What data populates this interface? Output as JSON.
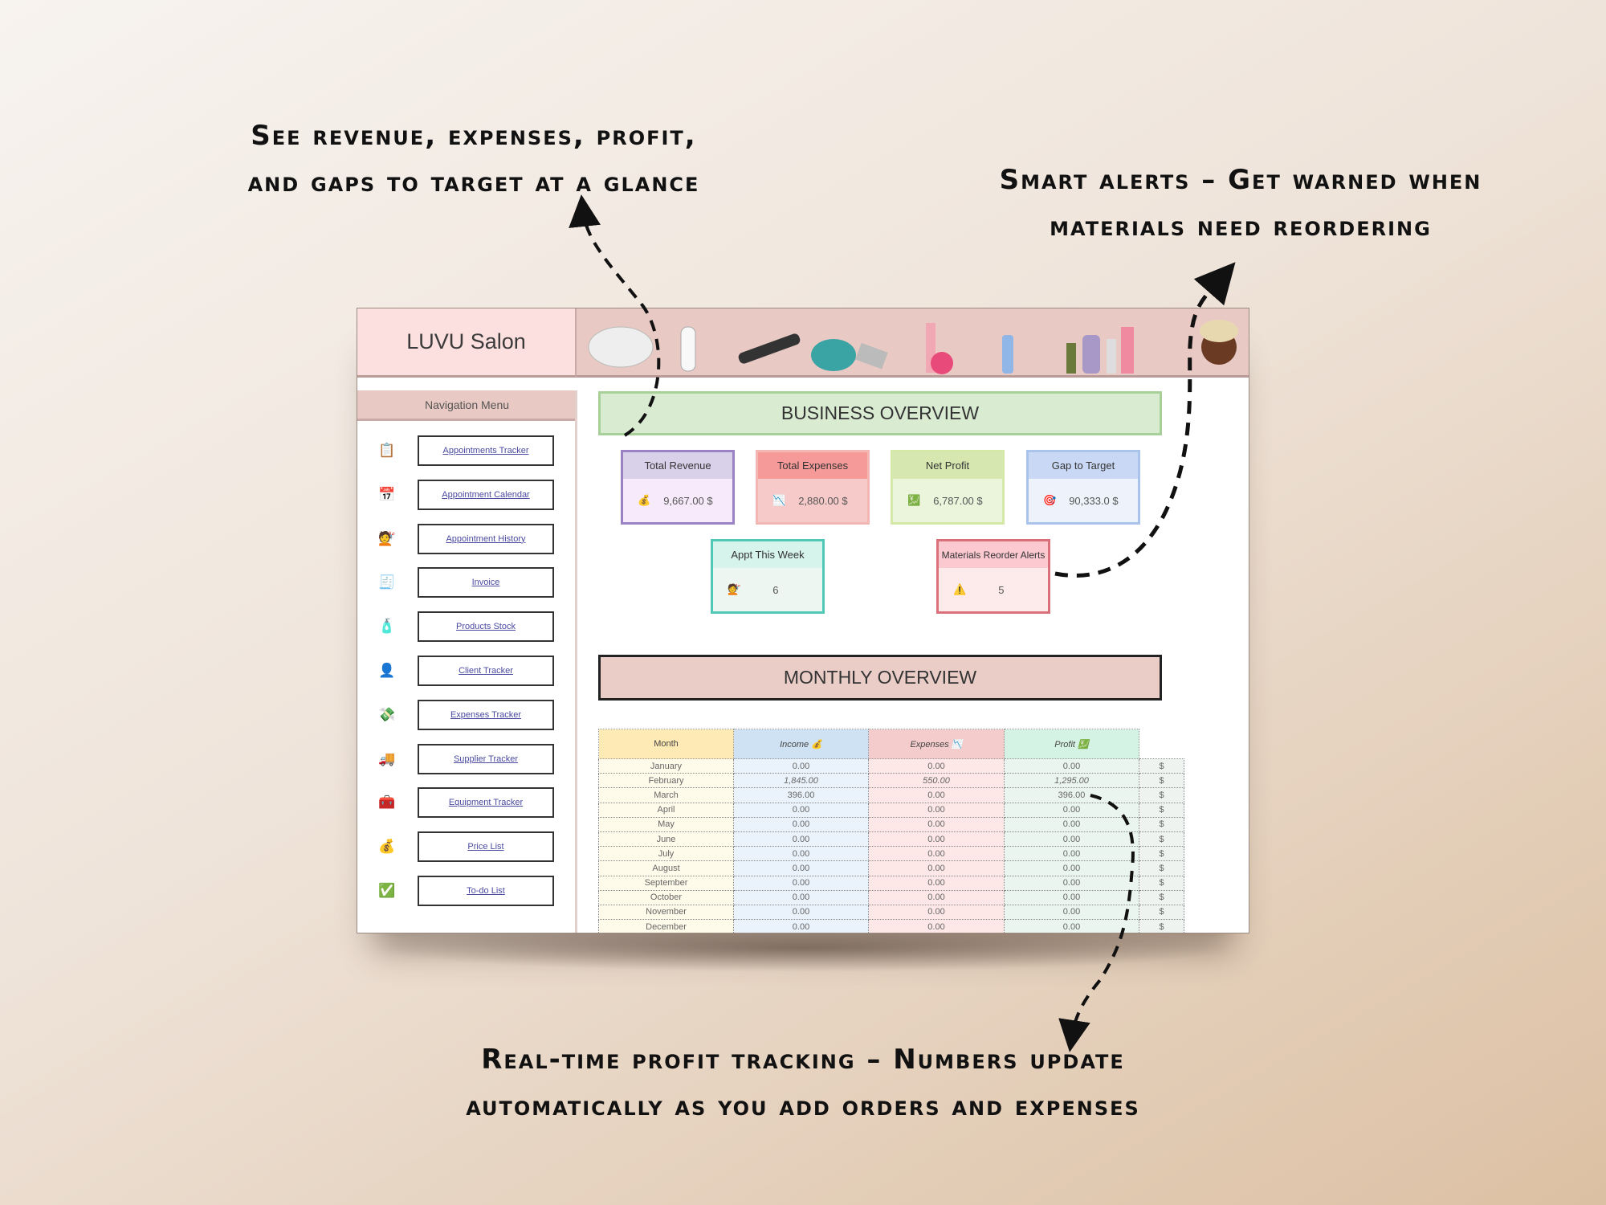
{
  "annotations": {
    "top_left": [
      "See revenue, expenses, profit,",
      "and gaps to target at a glance"
    ],
    "top_right": [
      "Smart alerts – Get warned when",
      "materials need reordering"
    ],
    "bottom": [
      "Real-time profit tracking – Numbers update",
      "automatically as you add orders and expenses"
    ]
  },
  "app": {
    "title": "LUVU Salon"
  },
  "nav": {
    "heading": "Navigation Menu",
    "items": [
      {
        "label": "Appointments Tracker",
        "icon": "📋"
      },
      {
        "label": "Appointment Calendar",
        "icon": "📅"
      },
      {
        "label": "Appointment History",
        "icon": "💇"
      },
      {
        "label": "Invoice",
        "icon": "🧾"
      },
      {
        "label": "Products Stock",
        "icon": "🧴"
      },
      {
        "label": "Client Tracker",
        "icon": "👤"
      },
      {
        "label": "Expenses Tracker",
        "icon": "💸"
      },
      {
        "label": "Supplier Tracker",
        "icon": "🚚"
      },
      {
        "label": "Equipment Tracker",
        "icon": "🧰"
      },
      {
        "label": "Price List",
        "icon": "💰"
      },
      {
        "label": "To-do List",
        "icon": "✅"
      }
    ]
  },
  "business_overview": {
    "title": "BUSINESS OVERVIEW",
    "kpis": [
      {
        "label": "Total Revenue",
        "value": "9,667.00 $",
        "icon": "💰",
        "head": "#d9d0ea",
        "body": "#f7eafb",
        "border": "#9a82c4"
      },
      {
        "label": "Total Expenses",
        "value": "2,880.00 $",
        "icon": "📉",
        "head": "#f59a98",
        "body": "#f7caca",
        "border": "#f2b6b3"
      },
      {
        "label": "Net Profit",
        "value": "6,787.00 $",
        "icon": "💹",
        "head": "#d6e8b0",
        "body": "#eaf5dc",
        "border": "#d6e8a8"
      },
      {
        "label": "Gap to Target",
        "value": "90,333.0 $",
        "icon": "🎯",
        "head": "#c9d9f5",
        "body": "#eef3fb",
        "border": "#a9c3ea"
      }
    ],
    "appt_this_week": {
      "label": "Appt This Week",
      "value": "6",
      "icon": "💇"
    },
    "materials_alerts": {
      "label": "Materials Reorder Alerts",
      "value": "5",
      "icon": "⚠️"
    }
  },
  "monthly_overview": {
    "title": "MONTHLY OVERVIEW",
    "columns": [
      "Month",
      "Income 💰",
      "Expenses 📉",
      "Profit 💹"
    ],
    "currency": "$",
    "rows": [
      [
        "January",
        "0.00",
        "0.00",
        "0.00"
      ],
      [
        "February",
        "1,845.00",
        "550.00",
        "1,295.00"
      ],
      [
        "March",
        "396.00",
        "0.00",
        "396.00"
      ],
      [
        "April",
        "0.00",
        "0.00",
        "0.00"
      ],
      [
        "May",
        "0.00",
        "0.00",
        "0.00"
      ],
      [
        "June",
        "0.00",
        "0.00",
        "0.00"
      ],
      [
        "July",
        "0.00",
        "0.00",
        "0.00"
      ],
      [
        "August",
        "0.00",
        "0.00",
        "0.00"
      ],
      [
        "September",
        "0.00",
        "0.00",
        "0.00"
      ],
      [
        "October",
        "0.00",
        "0.00",
        "0.00"
      ],
      [
        "November",
        "0.00",
        "0.00",
        "0.00"
      ],
      [
        "December",
        "0.00",
        "0.00",
        "0.00"
      ]
    ]
  }
}
